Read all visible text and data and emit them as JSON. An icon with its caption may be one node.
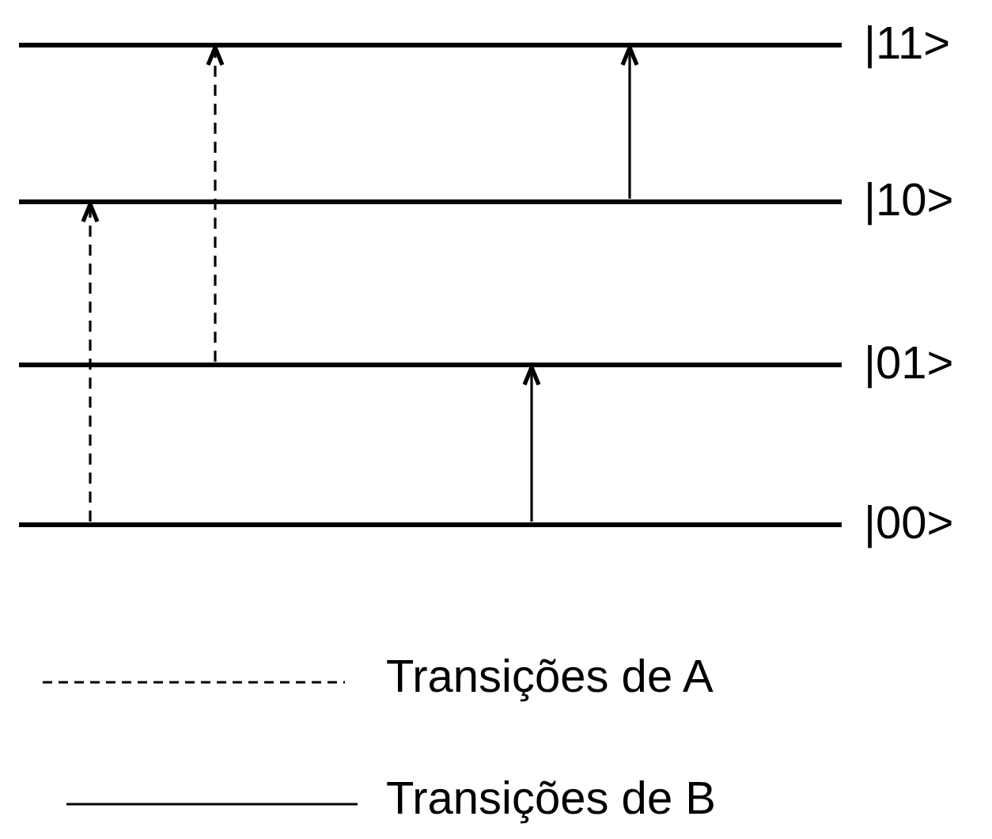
{
  "diagram": {
    "nodes": [
      {
        "text": [],
        "shape": "bar",
        "beside": [
          "|11>"
        ]
      },
      {
        "text": [],
        "shape": "bar",
        "beside": [
          "|10>"
        ]
      },
      {
        "text": [],
        "shape": "bar",
        "beside": [
          "|01>"
        ]
      },
      {
        "text": [],
        "shape": "bar",
        "beside": [
          "|00>"
        ]
      }
    ],
    "edges": [
      {
        "from": 3,
        "to": 1,
        "arrow": "to",
        "style": "dashed"
      },
      {
        "from": 2,
        "to": 0,
        "arrow": "to",
        "style": "dashed"
      },
      {
        "from": 3,
        "to": 2,
        "arrow": "to"
      },
      {
        "from": 1,
        "to": 0,
        "arrow": "to"
      }
    ],
    "legend": [
      {
        "text": "Transições de A"
      },
      {
        "text": "Transições de B"
      }
    ]
  }
}
